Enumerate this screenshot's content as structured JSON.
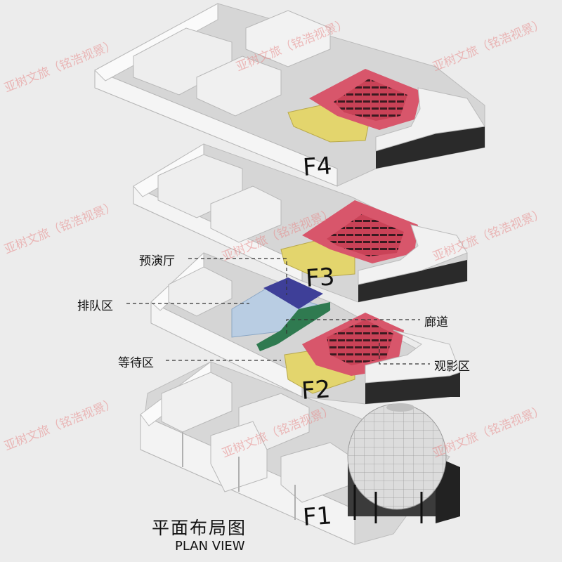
{
  "title": {
    "zh": "平面布局图",
    "en": "PLAN VIEW"
  },
  "floors": [
    "F4",
    "F3",
    "F2",
    "F1"
  ],
  "callouts": {
    "rehearsal_hall": "预演厅",
    "queue_area": "排队区",
    "waiting_area": "等待区",
    "corridor": "廊道",
    "viewing_area": "观影区"
  },
  "watermark": "亚树文旅（铭浩视景）",
  "colors": {
    "viewing": "#d8566b",
    "waiting": "#e3d56d",
    "queue": "#b9cde3",
    "rehearsal": "#3e3f98",
    "corridor": "#2f7a50",
    "wall": "#f6f6f6",
    "floor": "#d9d9d9",
    "dark": "#2a2a2a"
  }
}
